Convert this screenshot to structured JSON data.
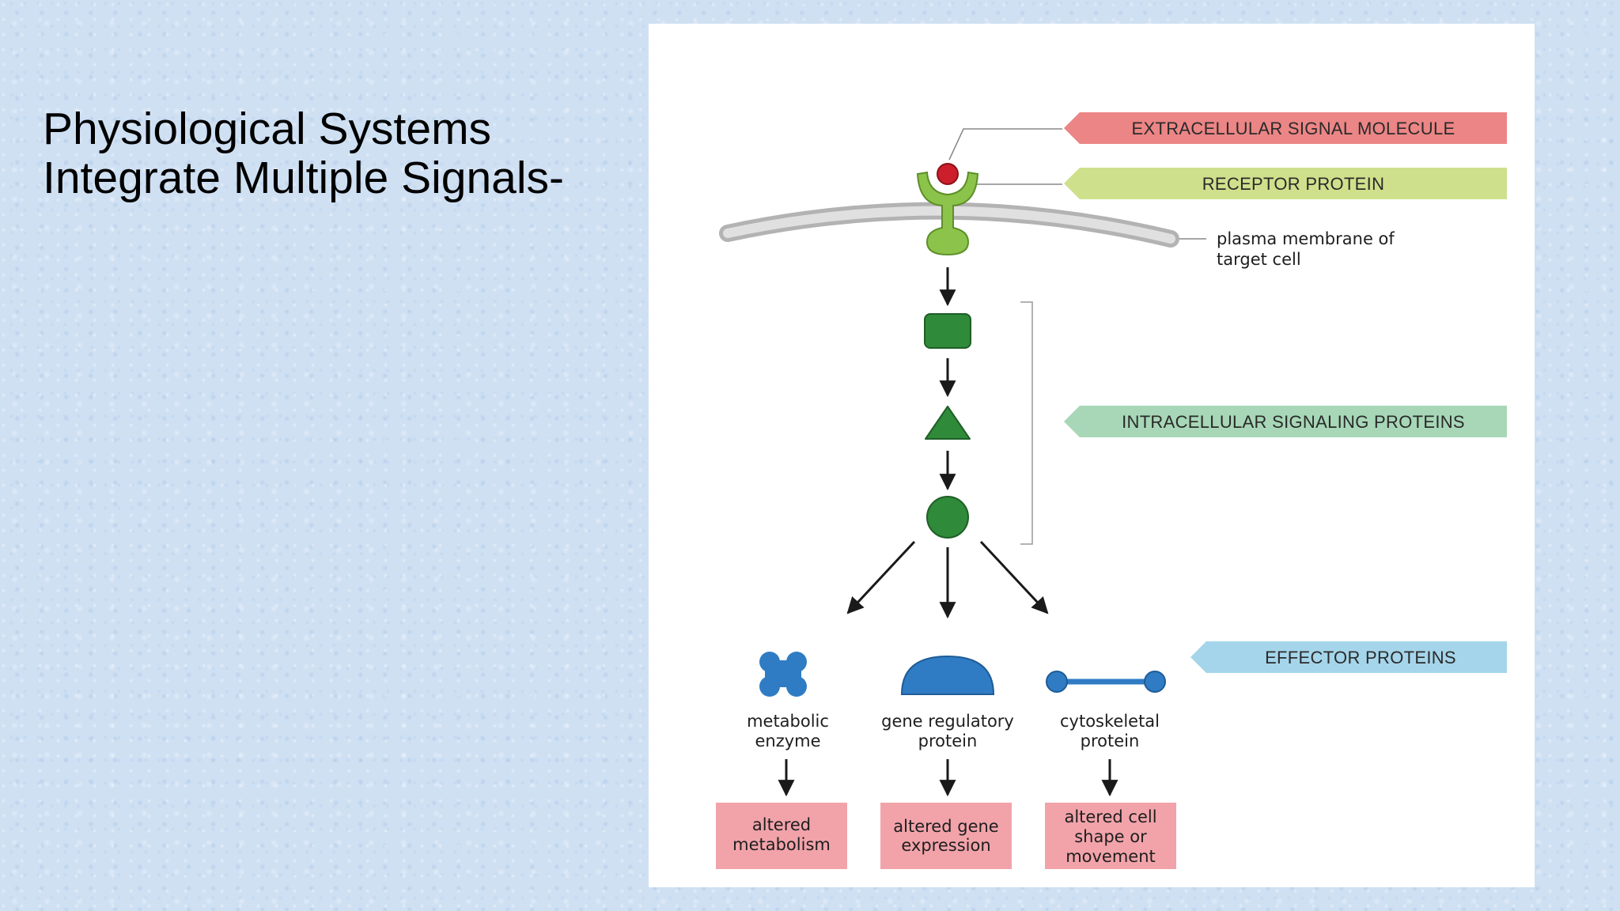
{
  "slide": {
    "title_line1": "Physiological Systems",
    "title_line2": "Integrate Multiple Signals-"
  },
  "diagram": {
    "labels": {
      "extracellular": "EXTRACELLULAR SIGNAL MOLECULE",
      "receptor": "RECEPTOR PROTEIN",
      "intracellular": "INTRACELLULAR SIGNALING PROTEINS",
      "effector": "EFFECTOR PROTEINS"
    },
    "membrane": {
      "line1": "plasma membrane of",
      "line2": "target cell"
    },
    "effectors": [
      {
        "line1": "metabolic",
        "line2": "enzyme"
      },
      {
        "line1": "gene regulatory",
        "line2": "protein"
      },
      {
        "line1": "cytoskeletal",
        "line2": "protein"
      }
    ],
    "outcomes": [
      {
        "lines": [
          "altered",
          "metabolism"
        ]
      },
      {
        "lines": [
          "altered gene",
          "expression"
        ]
      },
      {
        "lines": [
          "altered cell",
          "shape or",
          "movement"
        ]
      }
    ]
  },
  "colors": {
    "tag_red": "#ec8585",
    "tag_green": "#cfe08c",
    "tag_teal": "#a7d7b7",
    "tag_blue": "#a5d5ea",
    "protein_green": "#2f8a3a",
    "receptor_green": "#8cc34a",
    "signal_red": "#cc1f2b",
    "effector_blue": "#2f7cc4",
    "outcome_pink": "#f2a3aa"
  }
}
